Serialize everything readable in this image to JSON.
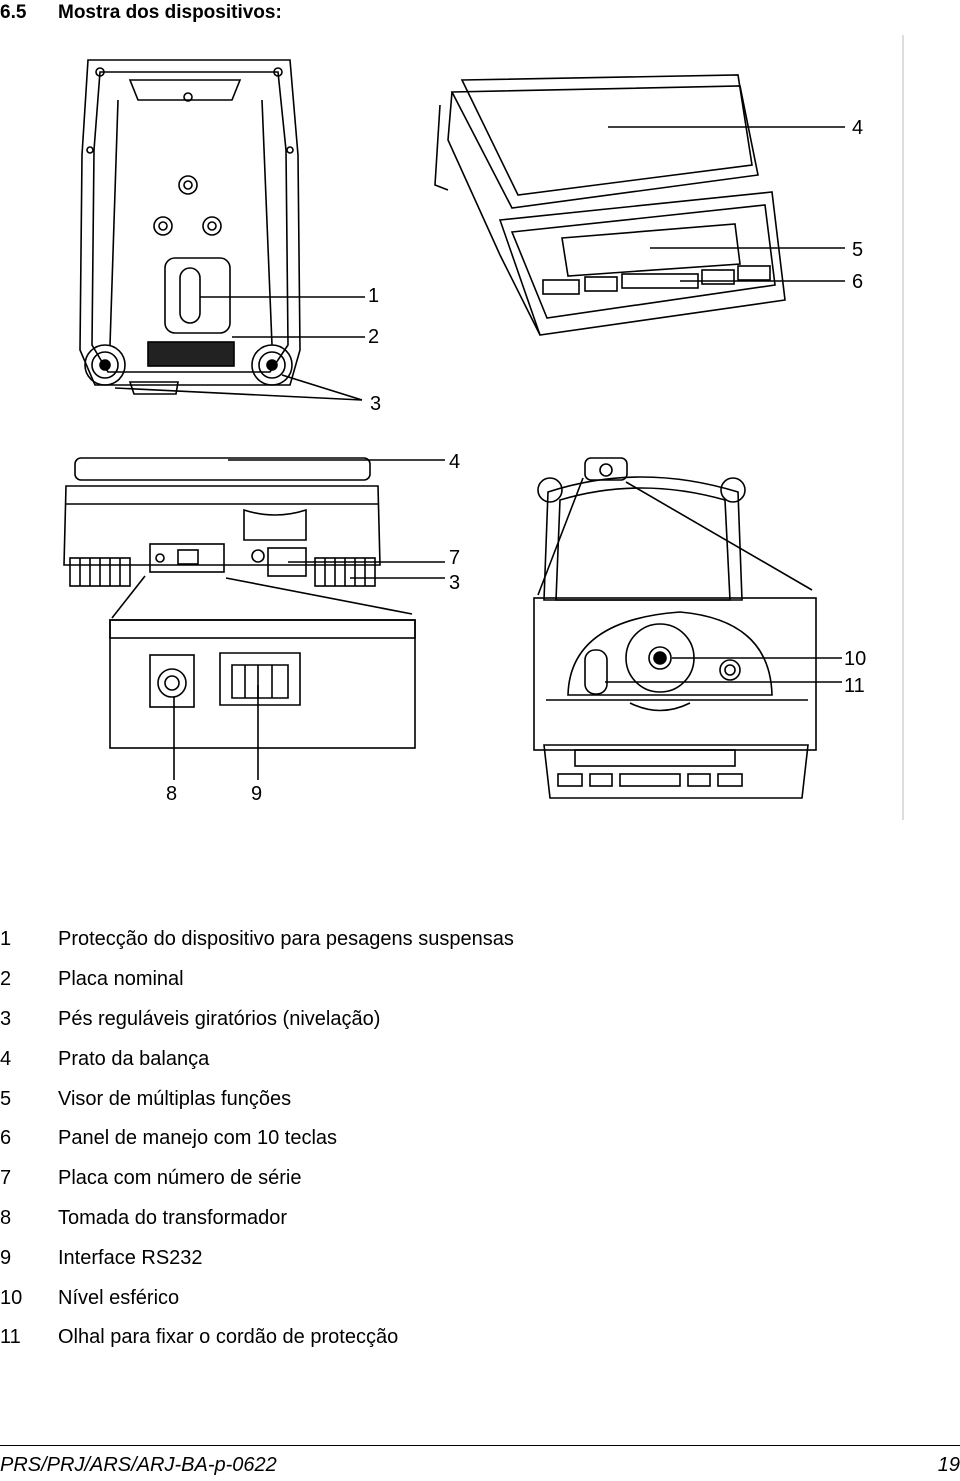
{
  "section": {
    "number": "6.5",
    "title": "Mostra dos dispositivos:"
  },
  "figure_labels": {
    "l1": "1",
    "l2": "2",
    "l3a": "3",
    "l4a": "4",
    "l5": "5",
    "l6": "6",
    "l4b": "4",
    "l7": "7",
    "l3b": "3",
    "l8": "8",
    "l9": "9",
    "l10": "10",
    "l11": "11"
  },
  "legend": [
    {
      "num": "1",
      "text": "Protecção do dispositivo para pesagens suspensas"
    },
    {
      "num": "2",
      "text": "Placa nominal"
    },
    {
      "num": "3",
      "text": "Pés reguláveis giratórios (nivelação)"
    },
    {
      "num": "4",
      "text": "Prato da balança"
    },
    {
      "num": "5",
      "text": "Visor de múltiplas funções"
    },
    {
      "num": "6",
      "text": "Panel de manejo com 10 teclas"
    },
    {
      "num": "7",
      "text": "Placa com número de série"
    },
    {
      "num": "8",
      "text": "Tomada do transformador"
    },
    {
      "num": "9",
      "text": "Interface RS232"
    },
    {
      "num": "10",
      "text": "Nível esférico"
    },
    {
      "num": "11",
      "text": "Olhal para fixar o cordão de protecção"
    }
  ],
  "footer": {
    "doc_id": "PRS/PRJ/ARS/ARJ-BA-p-0622",
    "page": "19"
  }
}
